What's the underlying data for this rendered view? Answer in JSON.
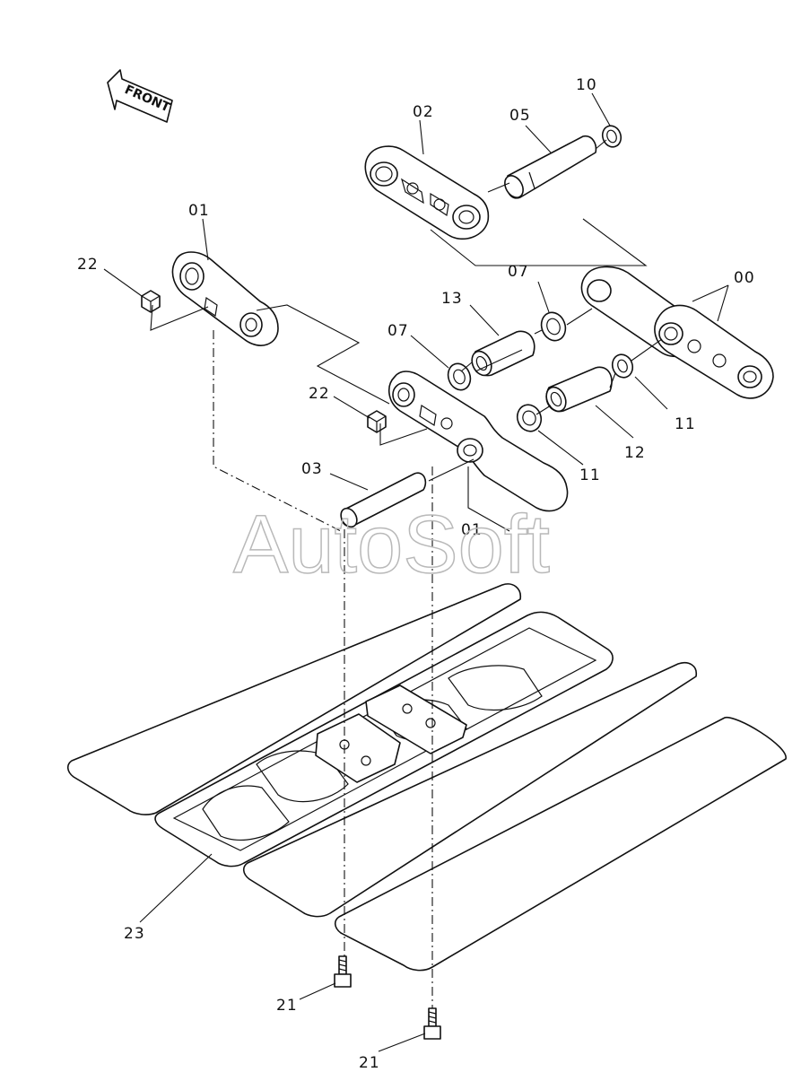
{
  "direction_label": "FRONT",
  "watermark": "AutoSoft",
  "callouts": {
    "p00": "00",
    "p01_upper": "01",
    "p01_lower": "01",
    "p02": "02",
    "p03": "03",
    "p05": "05",
    "p07_left": "07",
    "p07_right": "07",
    "p10": "10",
    "p11_lower": "11",
    "p11_right": "11",
    "p12": "12",
    "p13": "13",
    "p21_upper": "21",
    "p21_lower": "21",
    "p22_upper": "22",
    "p22_lower": "22",
    "p23": "23"
  }
}
